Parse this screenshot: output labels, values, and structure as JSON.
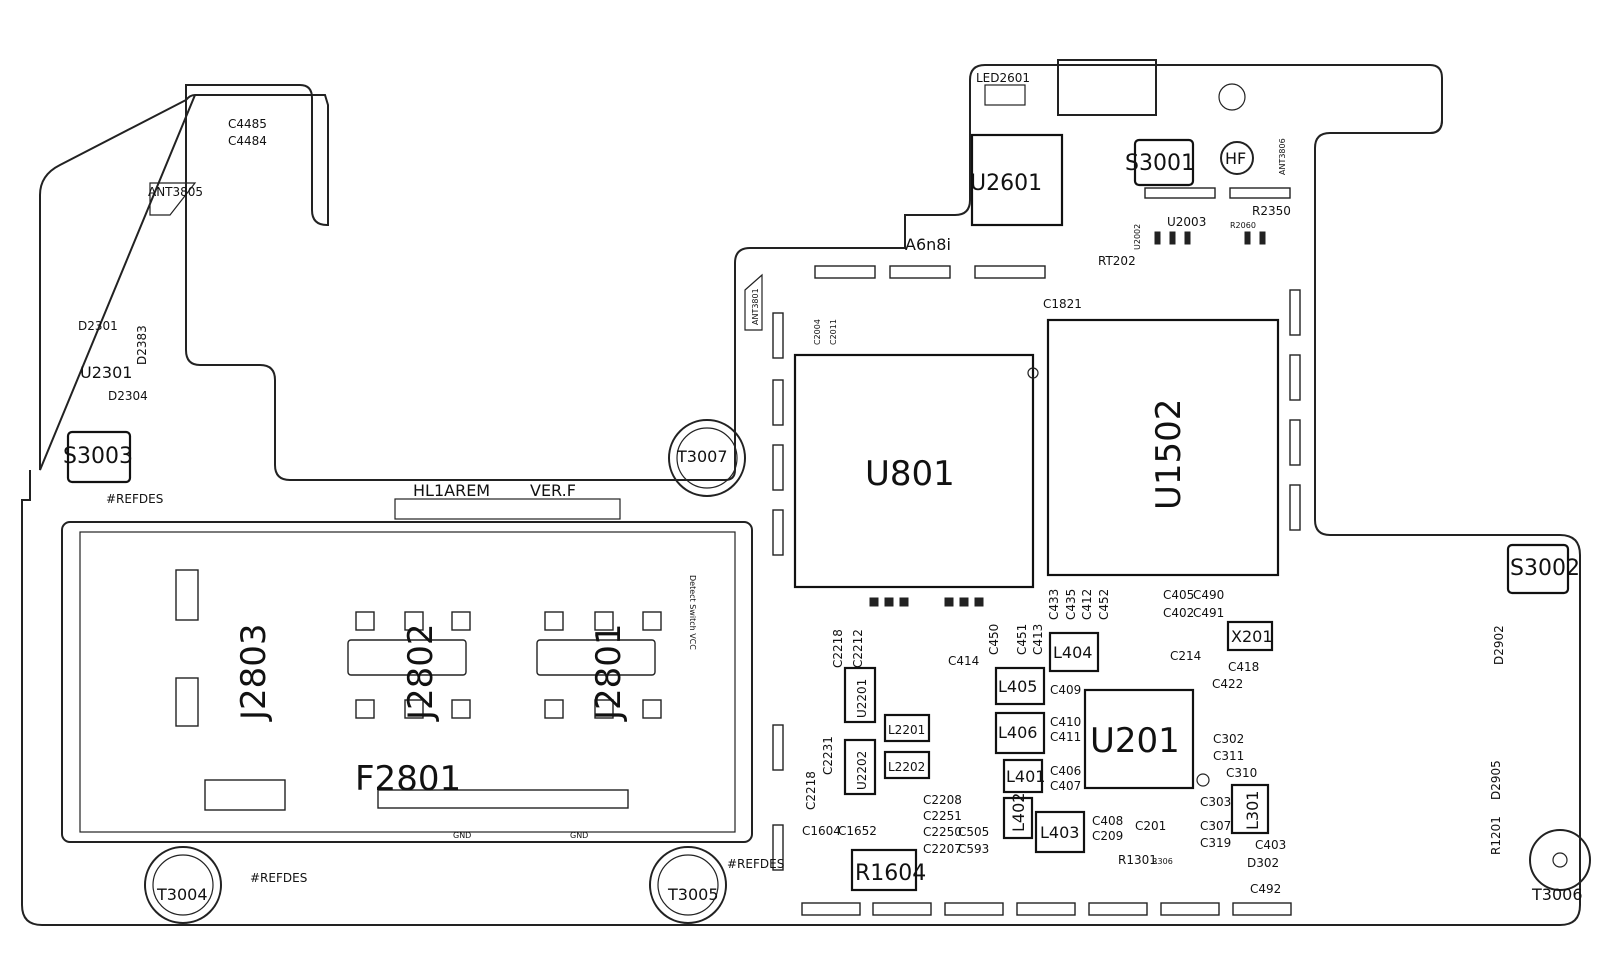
{
  "board": {
    "title": "HL1AREM",
    "version": "VER.F",
    "model_code": "A6n8i"
  },
  "big_labels": {
    "u801": "U801",
    "u1502": "U1502",
    "u2601": "U2601",
    "u201": "U201",
    "j2803": "J2803",
    "j2802": "J2802",
    "j2801": "J2801",
    "f2801": "F2801",
    "s3001": "S3001",
    "s3002": "S3002",
    "s3003": "S3003",
    "t3004": "T3004",
    "t3005": "T3005",
    "t3006": "T3006",
    "t3007": "T3007",
    "r1604": "R1604",
    "x201": "X201",
    "u2301": "U2301",
    "hf": "HF"
  },
  "inductors": [
    "L404",
    "L405",
    "L406",
    "L401",
    "L402",
    "L403",
    "L301",
    "L2201",
    "L2202"
  ],
  "regulators": [
    "U2201",
    "U2202"
  ],
  "misc_labels": {
    "refdes_1": "#REFDES",
    "refdes_2": "#REFDES",
    "refdes_3": "#REFDES",
    "c4485": "C4485",
    "c4484": "C4484",
    "ant3805": "ANT3805",
    "ant3801": "ANT3801",
    "ant3806": "ANT3806",
    "led2601": "LED2601",
    "d2301": "D2301",
    "d2304": "D2304",
    "d2383": "D2383",
    "d302": "D302",
    "c1821": "C1821",
    "rt202": "RT202",
    "u2002": "U2002",
    "u2003": "U2003",
    "r2350": "R2350",
    "r2060": "R2060",
    "c2004": "C2004",
    "c2011": "C2011",
    "c414": "C414",
    "c450": "C450",
    "c451": "C451",
    "c413": "C413",
    "c433": "C433",
    "c435": "C435",
    "c412": "C412",
    "c452": "C452",
    "c405": "C405",
    "c490": "C490",
    "c402": "C402",
    "c491": "C491",
    "c214": "C214",
    "c418": "C418",
    "c422": "C422",
    "c409": "C409",
    "c410": "C410",
    "c411": "C411",
    "c406": "C406",
    "c407": "C407",
    "c408": "C408",
    "c209": "C209",
    "c201": "C201",
    "c302": "C302",
    "c311": "C311",
    "c310": "C310",
    "c303": "C303",
    "c307": "C307",
    "c319": "C319",
    "c403": "C403",
    "c492": "C492",
    "c2208": "C2208",
    "c2251": "C2251",
    "c2250": "C2250",
    "c2207": "C2207",
    "c505": "C505",
    "c593": "C593",
    "c1604": "C1604",
    "c1652": "C1652",
    "c2218": "C2218",
    "c2212": "C2212",
    "c2218b": "C2218",
    "c2231": "C2231",
    "r1301": "R1301",
    "r306": "R306",
    "r1201": "R1201",
    "d2902": "D2902",
    "d2905": "D2905",
    "gnd": "GND",
    "detect": "Detect Switch VCC"
  },
  "colors": {
    "ink": "#111111",
    "paper": "#ffffff"
  }
}
